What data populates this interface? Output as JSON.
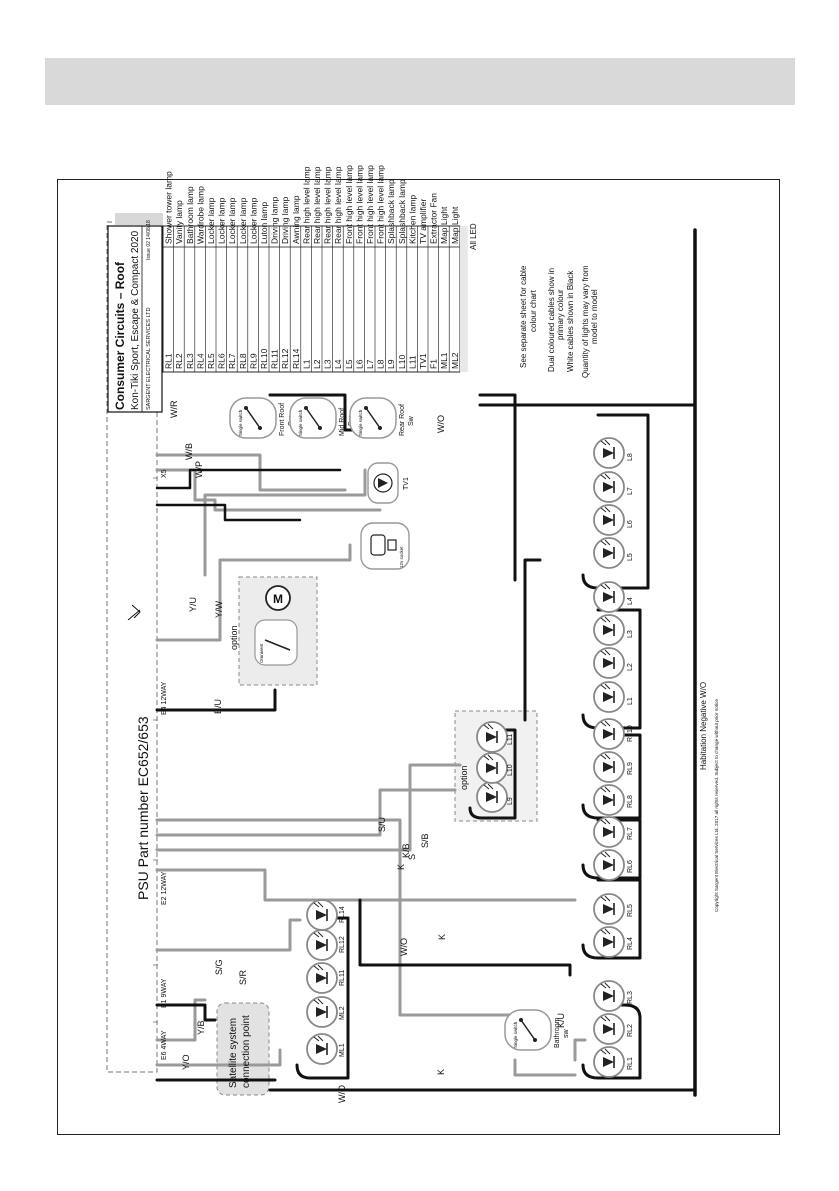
{
  "title_block": {
    "title": "Consumer Circuits – Roof",
    "subtitle": "Kon-Tiki Sport, Escape & Compact 2020",
    "company": "SARGENT ELECTRICAL SERVICES LTD",
    "issue": "Issue 02  14/08/18"
  },
  "legend": {
    "rows": [
      [
        "RL1",
        "Shower tower lamp"
      ],
      [
        "RL2",
        "Vanity lamp"
      ],
      [
        "RL3",
        "Bathroom lamp"
      ],
      [
        "RL4",
        "Wardrobe lamp"
      ],
      [
        "RL5",
        "Locker lamp"
      ],
      [
        "RL6",
        "Locker lamp"
      ],
      [
        "RL7",
        "Locker lamp"
      ],
      [
        "RL8",
        "Locker lamp"
      ],
      [
        "RL9",
        "Locker lamp"
      ],
      [
        "RL10",
        "Luton lamp"
      ],
      [
        "RL11",
        "Driving lamp"
      ],
      [
        "RL12",
        "Driving lamp"
      ],
      [
        "RL14",
        "Awning lamp"
      ],
      [
        "L1",
        "Rear high level lamp"
      ],
      [
        "L2",
        "Rear high level lamp"
      ],
      [
        "L3",
        "Rear high level lamp"
      ],
      [
        "L4",
        "Rear high level lamp"
      ],
      [
        "L5",
        "Front high level lamp"
      ],
      [
        "L6",
        "Front high level lamp"
      ],
      [
        "L7",
        "Front high level lamp"
      ],
      [
        "L8",
        "Front high level lamp"
      ],
      [
        "L9",
        "Splashback lamp"
      ],
      [
        "L10",
        "Splashback lamp"
      ],
      [
        "L11",
        "Kitchen lamp"
      ],
      [
        "TV1",
        "TV amplifier"
      ],
      [
        "F1",
        "Extractor Fan"
      ],
      [
        "ML1",
        "Map Light"
      ],
      [
        "ML2",
        "Map Light"
      ]
    ],
    "side_label": "All LED"
  },
  "notes": [
    "See separate sheet for cable",
    "colour chart",
    "Dual coloured cables show in",
    "primary colour",
    "White cables shown in Black",
    "Quantity of lights may vary from",
    "model to model"
  ],
  "psu": {
    "label": "PSU Part number EC652/653",
    "connectors": [
      "E6 4WAY",
      "E1 9WAY",
      "E2 12WAY",
      "E4 12WAY",
      "X5"
    ]
  },
  "wires": [
    "W/R",
    "W/B",
    "W/P",
    "W/O",
    "Y/U",
    "Y/W",
    "B/U",
    "S/U",
    "K/B",
    "S/B",
    "K",
    "S",
    "K",
    "W/O",
    "S/G",
    "S/R",
    "Y/B",
    "Y/O",
    "W/O",
    "K",
    "K/U"
  ],
  "lamps": {
    "rl_row": [
      "RL1",
      "RL2",
      "RL3",
      "RL4",
      "RL5",
      "RL6",
      "RL7",
      "RL8",
      "RL9",
      "RL10"
    ],
    "l_row": [
      "L1",
      "L2",
      "L3",
      "L4",
      "L5",
      "L6",
      "L7",
      "L8"
    ],
    "kitchen": [
      "L9",
      "L10",
      "L11"
    ],
    "inner": [
      "ML1",
      "ML2",
      "RL11",
      "RL12",
      "RL14"
    ]
  },
  "switches": {
    "single_switch": "Single switch",
    "front": "Front Roof Sw",
    "mid": "Mid Roof Sw",
    "rear": "Rear Roof Sw",
    "bathroom": "Bathroom sw"
  },
  "devices": {
    "tv": "TV1",
    "socket": "12v socket",
    "fan_option": "option",
    "fan_motor": "M",
    "kitchen_option": "option",
    "dimmer": "Omnivent"
  },
  "satellite": "Satellite system connection point",
  "habitation_negative": "Habitation Negative  W/O",
  "copyright": "Copyright Sargent Electrical Services Ltd, 2017 all rights reserved.  Subject to change without prior notice"
}
